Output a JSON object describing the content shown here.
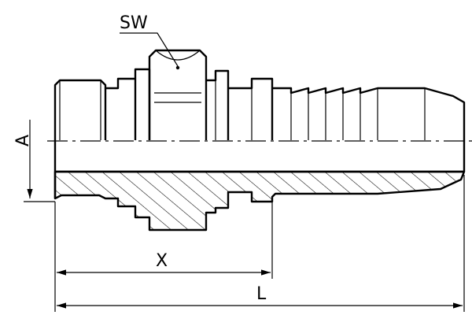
{
  "labels": {
    "sw": "SW",
    "a": "A",
    "x": "X",
    "l": "L"
  },
  "colors": {
    "line": "#000000",
    "background": "#ffffff"
  }
}
